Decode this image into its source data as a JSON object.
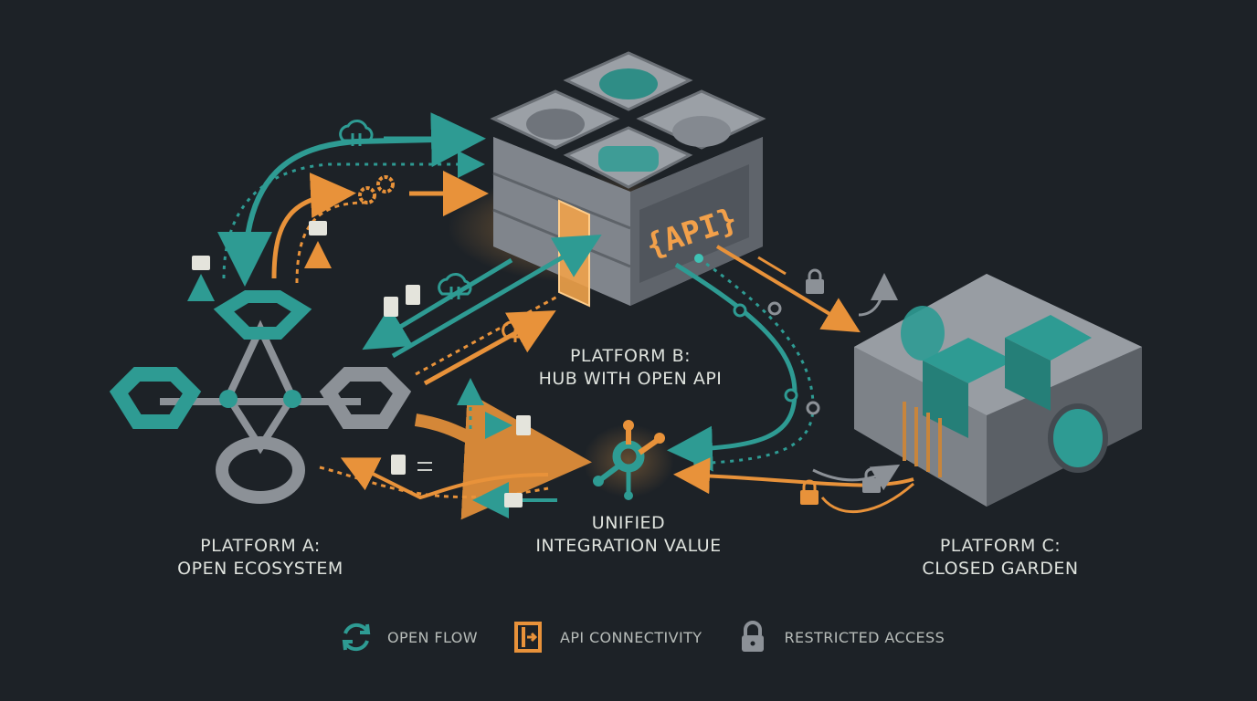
{
  "colors": {
    "background": "#1d2227",
    "teal": "#2e9b93",
    "orange": "#e8923a",
    "gray": "#8c9197",
    "text": "#dfe3de"
  },
  "platforms": {
    "a": {
      "line1": "PLATFORM A:",
      "line2": "OPEN ECOSYSTEM"
    },
    "b": {
      "line1": "PLATFORM B:",
      "line2": "HUB WITH OPEN API"
    },
    "c": {
      "line1": "PLATFORM C:",
      "line2": "CLOSED GARDEN"
    }
  },
  "center": {
    "line1": "UNIFIED",
    "line2": "INTEGRATION VALUE"
  },
  "api_badge": "{API}",
  "legend": [
    {
      "icon": "refresh-cycle-icon",
      "label": "OPEN FLOW"
    },
    {
      "icon": "api-door-icon",
      "label": "API CONNECTIVITY"
    },
    {
      "icon": "lock-icon",
      "label": "RESTRICTED ACCESS"
    }
  ]
}
